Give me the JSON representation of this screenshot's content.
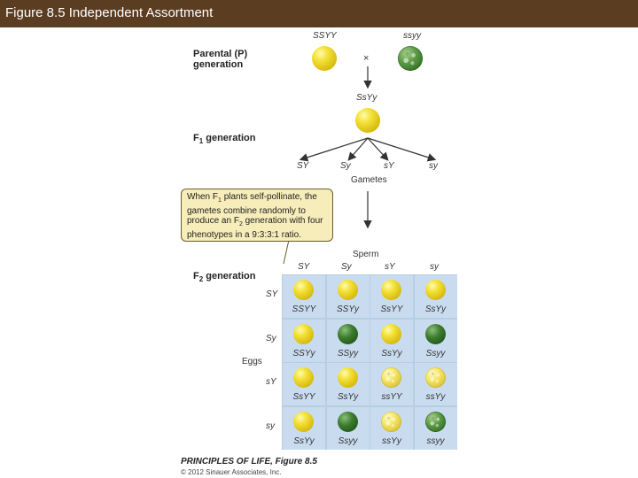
{
  "header": {
    "title": "Figure 8.5  Independent Assortment"
  },
  "parental": {
    "label_line1": "Parental (P)",
    "label_line2": "generation",
    "left_genotype": "SSYY",
    "right_genotype": "ssyy",
    "cross_symbol": "×"
  },
  "f1": {
    "label": "F1 generation",
    "label_main": "F",
    "label_sub": "1",
    "label_rest": " generation",
    "genotype": "SsYy"
  },
  "gametes": {
    "label": "Gametes",
    "types": [
      "SY",
      "Sy",
      "sY",
      "sy"
    ]
  },
  "callout": {
    "text_a": "When F",
    "text_b": "1",
    "text_c": " plants self-pollinate, the gametes combine randomly to produce an F",
    "text_d": "2",
    "text_e": " generation with four phenotypes in a 9:3:3:1 ratio."
  },
  "f2": {
    "label_main": "F",
    "label_sub": "2",
    "label_rest": " generation"
  },
  "punnett": {
    "sperm_label": "Sperm",
    "eggs_label": "Eggs",
    "columns": [
      "SY",
      "Sy",
      "sY",
      "sy"
    ],
    "rows": [
      "SY",
      "Sy",
      "sY",
      "sy"
    ],
    "cells": [
      [
        {
          "genotype": "SSYY",
          "phenotype": "yellow-round"
        },
        {
          "genotype": "SSYy",
          "phenotype": "yellow-round"
        },
        {
          "genotype": "SsYY",
          "phenotype": "yellow-round"
        },
        {
          "genotype": "SsYy",
          "phenotype": "yellow-round"
        }
      ],
      [
        {
          "genotype": "SSYy",
          "phenotype": "yellow-round"
        },
        {
          "genotype": "SSyy",
          "phenotype": "green-round"
        },
        {
          "genotype": "SsYy",
          "phenotype": "yellow-round"
        },
        {
          "genotype": "Ssyy",
          "phenotype": "green-round"
        }
      ],
      [
        {
          "genotype": "SsYY",
          "phenotype": "yellow-round"
        },
        {
          "genotype": "SsYy",
          "phenotype": "yellow-round"
        },
        {
          "genotype": "ssYY",
          "phenotype": "yellow-wrinkled"
        },
        {
          "genotype": "ssYy",
          "phenotype": "yellow-wrinkled"
        }
      ],
      [
        {
          "genotype": "SsYy",
          "phenotype": "yellow-round"
        },
        {
          "genotype": "Ssyy",
          "phenotype": "green-round"
        },
        {
          "genotype": "ssYy",
          "phenotype": "yellow-wrinkled"
        },
        {
          "genotype": "ssyy",
          "phenotype": "green-wrinkled"
        }
      ]
    ]
  },
  "footer": {
    "credit": "PRINCIPLES OF LIFE, Figure 8.5",
    "copyright": "© 2012 Sinauer Associates, Inc."
  },
  "colors": {
    "title_bar": "#5b3d22",
    "grid_bg": "#c9dcef",
    "callout_bg": "#f6edba"
  }
}
